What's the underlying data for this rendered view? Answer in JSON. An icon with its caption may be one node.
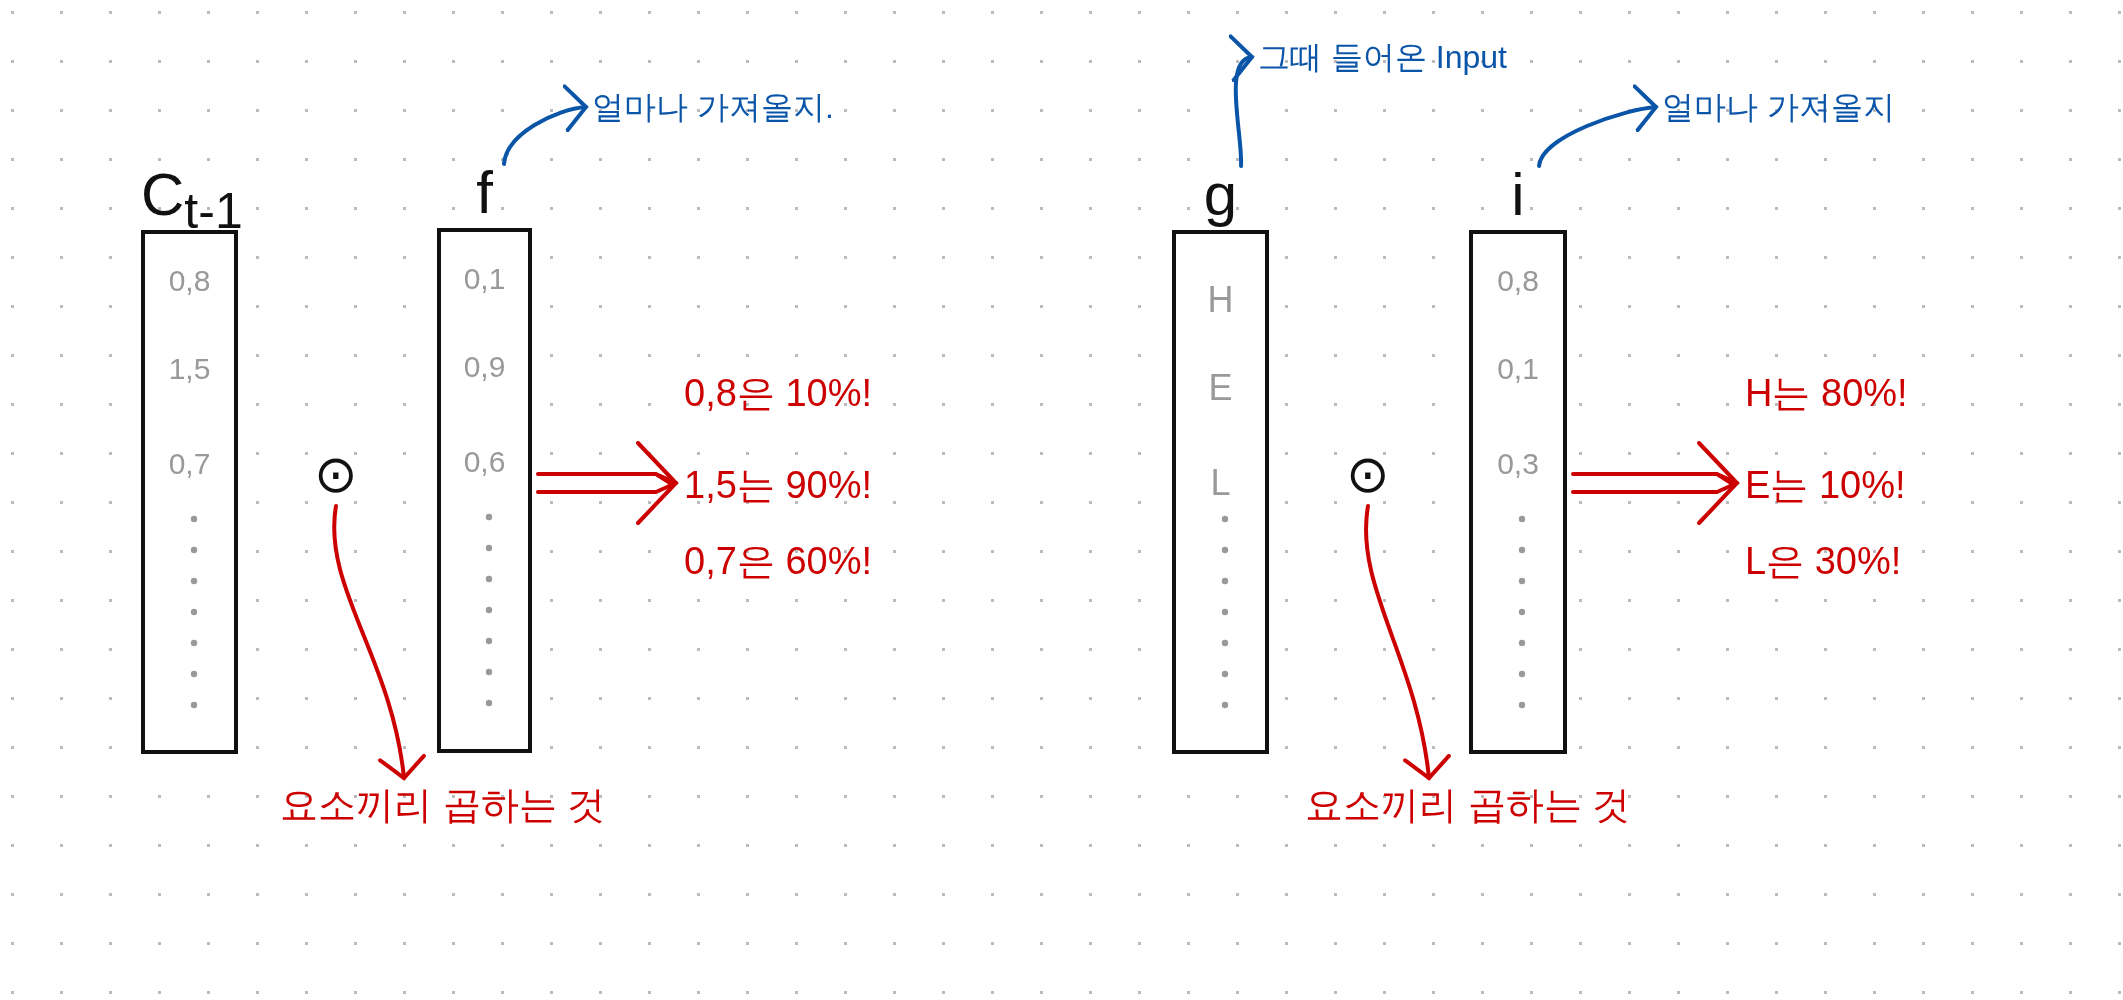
{
  "diagram": {
    "nodes": [
      {
        "text": [
          "C$_{t-1}$",
          "0,8",
          "1,5",
          "0,7"
        ]
      },
      {
        "text": [
          "⊙"
        ]
      },
      {
        "text": [
          "f",
          "0,1",
          "0,9",
          "0,6"
        ]
      },
      {
        "text": [
          "얼마나 가져올지."
        ]
      },
      {
        "text": [
          "0,8은 10%!",
          "1,5는 90%!",
          "0,7은 60%!"
        ]
      },
      {
        "text": [
          "요소끼리 곱하는 것"
        ]
      },
      {
        "text": [
          "g",
          "H",
          "E",
          "L"
        ]
      },
      {
        "text": [
          "⊙"
        ]
      },
      {
        "text": [
          "i",
          "0,8",
          "0,1",
          "0,3"
        ]
      },
      {
        "text": [
          "그때 들어온 Input"
        ]
      },
      {
        "text": [
          "얼마나 가져올지"
        ]
      },
      {
        "text": [
          "H는 80%!",
          "E는 10%!",
          "L은 30%!"
        ]
      },
      {
        "text": [
          "요소끼리 곱하는 것"
        ]
      }
    ],
    "edges": [
      {
        "from": 1,
        "to": 5,
        "arrow": "to",
        "color": "#cc0000"
      },
      {
        "from": 2,
        "to": 3,
        "arrow": "to",
        "color": "#0b55a8"
      },
      {
        "from": 2,
        "to": 4,
        "arrow": "to",
        "color": "#cc0000"
      },
      {
        "from": 6,
        "to": 9,
        "arrow": "to",
        "color": "#0b55a8"
      },
      {
        "from": 8,
        "to": 10,
        "arrow": "to",
        "color": "#0b55a8"
      },
      {
        "from": 7,
        "to": 12,
        "arrow": "to",
        "color": "#cc0000"
      },
      {
        "from": 8,
        "to": 11,
        "arrow": "to",
        "color": "#cc0000"
      }
    ]
  }
}
